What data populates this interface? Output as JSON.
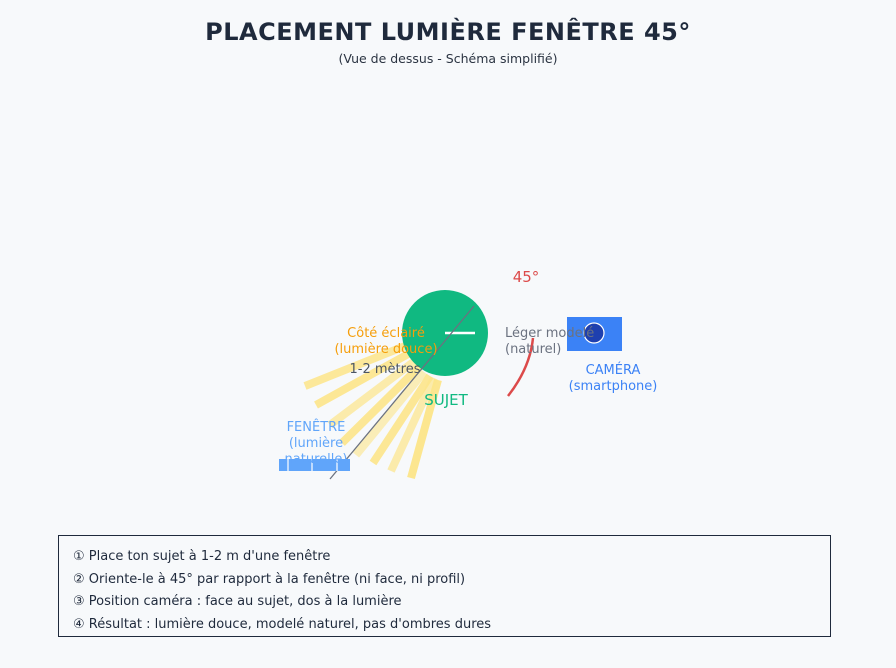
{
  "header": {
    "title": "PLACEMENT LUMIÈRE FENÊTRE 45°",
    "subtitle": "(Vue de dessus - Schéma simplifié)"
  },
  "diagram": {
    "angle_label": "45°",
    "lit_side": [
      "Côté éclairé",
      "(lumière douce)"
    ],
    "shadow_side": [
      "Léger modelé",
      "(naturel)"
    ],
    "distance_label": "1-2 mètres",
    "subject_label": "SUJET",
    "window_label": [
      "FENÊTRE",
      "(lumière",
      "naturelle)"
    ],
    "camera_label": [
      "CAMÉRA",
      "(smartphone)"
    ]
  },
  "instructions": [
    "① Place ton sujet à 1-2 m d'une fenêtre",
    "② Oriente-le à 45° par rapport à la fenêtre (ni face, ni profil)",
    "③ Position caméra : face au sujet, dos à la lumière",
    "④ Résultat : lumière douce, modelé naturel, pas d'ombres dures"
  ],
  "colors": {
    "title": "#1f2a3c",
    "subject": "#10b981",
    "camera": "#3b82f6",
    "window": "#60a5fa",
    "light_rays": "#fde68a",
    "lit_text": "#f59e0b",
    "angle": "#dc4a4a",
    "muted_text": "#6b7280"
  },
  "icons": [
    "window-icon",
    "camera-icon",
    "subject-circle",
    "light-rays"
  ]
}
